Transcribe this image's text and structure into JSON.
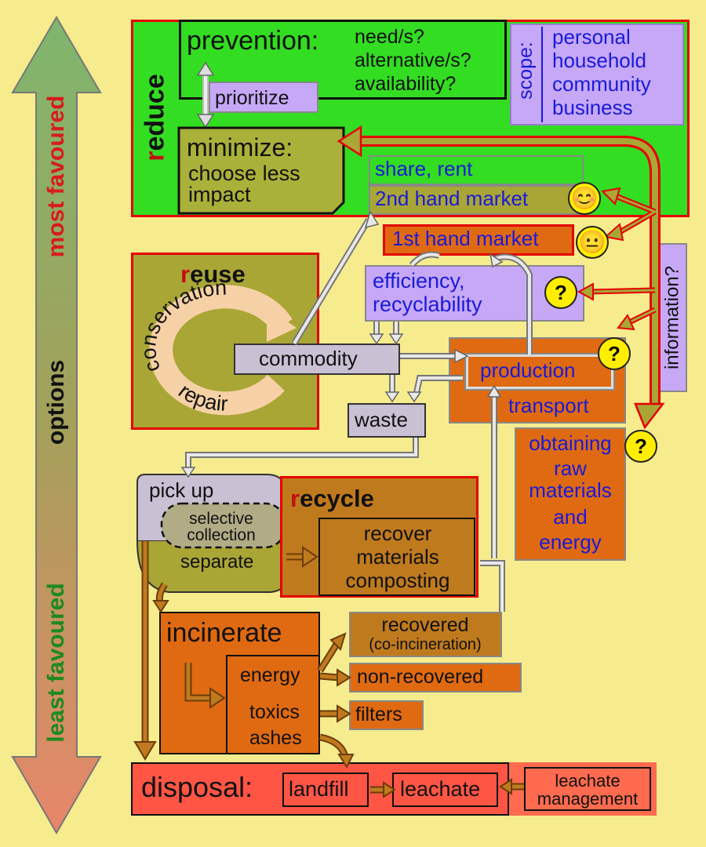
{
  "scale": {
    "most": "most favoured",
    "options": "options",
    "least": "least favoured"
  },
  "reduce": {
    "title_r": "r",
    "title_rest": "educe",
    "prevention_title": "prevention:",
    "prevention_items": [
      "need/s?",
      "alternative/s?",
      "availability?"
    ],
    "prioritize": "prioritize",
    "scope_label": "scope:",
    "scope_items": [
      "personal",
      "household",
      "community",
      "business"
    ],
    "minimize_title": "minimize:",
    "minimize_lines": [
      "choose less",
      "impact"
    ]
  },
  "market": {
    "share": "share, rent",
    "second_hand": "2nd hand market",
    "first_hand": "1st hand market",
    "efficiency": [
      "efficiency,",
      "recyclability"
    ]
  },
  "information": "information?",
  "reuse": {
    "title_r": "r",
    "title_rest": "euse",
    "conservation": "conservation",
    "repair": "repair"
  },
  "flow": {
    "commodity": "commodity",
    "waste": "waste",
    "production": "production",
    "transport": "transport",
    "raw": [
      "obtaining",
      "raw",
      "materials",
      "and",
      "energy"
    ],
    "pickup": "pick up",
    "selective": [
      "selective",
      "collection"
    ],
    "separate": "separate"
  },
  "recycle": {
    "title_r": "r",
    "title_rest": "ecycle",
    "lines": [
      "recover",
      "materials",
      "composting"
    ]
  },
  "incinerate": {
    "title": "incinerate",
    "energy": "energy",
    "toxics": "toxics",
    "ashes": "ashes",
    "recovered": "recovered",
    "coincineration": "(co-incineration)",
    "nonrecovered": "non-recovered",
    "filters": "filters"
  },
  "disposal": {
    "title": "disposal:",
    "landfill": "landfill",
    "leachate": "leachate",
    "management": [
      "leachate",
      "management"
    ]
  },
  "icons": {
    "happy": "😊",
    "neutral": "😐",
    "question": "?"
  },
  "colors": {
    "green": "#33dd22",
    "olive": "#a9a636",
    "lilac": "#c6a8f7",
    "orange": "#e06a12",
    "brown": "#c07a1e",
    "red": "#ff5544",
    "grey": "#c9c0d3",
    "border_red": "#e60000"
  }
}
